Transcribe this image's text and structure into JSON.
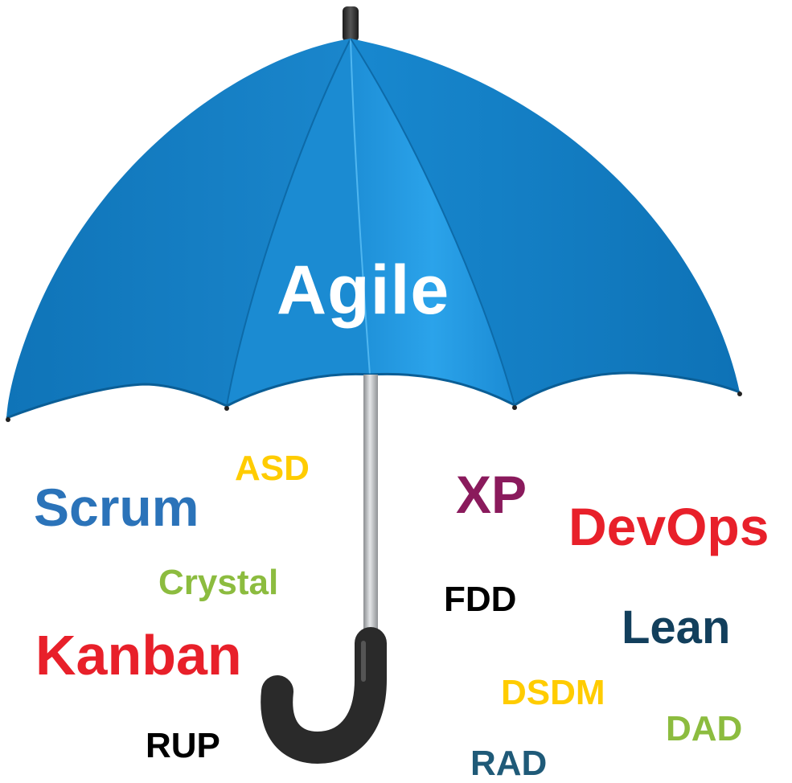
{
  "umbrella": {
    "label": "Agile",
    "canopy_color": "#1f8fd4",
    "handle_color": "#2a2a2a",
    "shaft_color": "#b9bcc0"
  },
  "methods": [
    {
      "label": "Scrum",
      "color": "#2b73b9"
    },
    {
      "label": "ASD",
      "color": "#ffcc00"
    },
    {
      "label": "XP",
      "color": "#8a1a5c"
    },
    {
      "label": "DevOps",
      "color": "#e8202a"
    },
    {
      "label": "Crystal",
      "color": "#8cbc3f"
    },
    {
      "label": "FDD",
      "color": "#000000"
    },
    {
      "label": "Lean",
      "color": "#123f5c"
    },
    {
      "label": "Kanban",
      "color": "#e8202a"
    },
    {
      "label": "DSDM",
      "color": "#ffcc00"
    },
    {
      "label": "DAD",
      "color": "#8cbc3f"
    },
    {
      "label": "RUP",
      "color": "#000000"
    },
    {
      "label": "RAD",
      "color": "#1f5a78"
    }
  ]
}
